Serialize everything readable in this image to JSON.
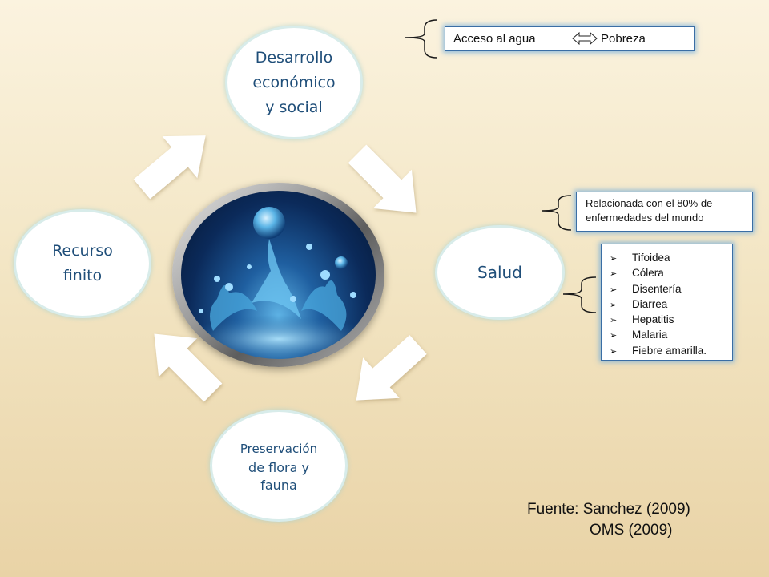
{
  "nodes": {
    "top": {
      "lines": [
        "Desarrollo",
        "económico",
        "y social"
      ]
    },
    "right": {
      "label": "Salud"
    },
    "bottom": {
      "lines": [
        "Preservación",
        "de flora y",
        "fauna"
      ]
    },
    "left": {
      "lines": [
        "Recurso",
        "finito"
      ]
    }
  },
  "callouts": {
    "access": {
      "left": "Acceso al agua",
      "right": "Pobreza"
    },
    "relacion": {
      "lines": [
        "Relacionada con el 80% de",
        "enfermedades del mundo"
      ]
    },
    "diseases": [
      "Tifoidea",
      "Cólera",
      "Disentería",
      "Diarrea",
      "Hepatitis",
      "Malaria",
      "Fiebre amarilla."
    ]
  },
  "sources": {
    "line1": "Fuente: Sanchez (2009)",
    "line2": "OMS (2009)"
  },
  "colors": {
    "node_text": "#1f4e79",
    "node_border": "#d8ecea",
    "callout_border": "#3a6ea5",
    "arrow_fill": "#ffffff"
  },
  "icons": {
    "bullet": "➢",
    "center_image": "water-splash-image"
  }
}
